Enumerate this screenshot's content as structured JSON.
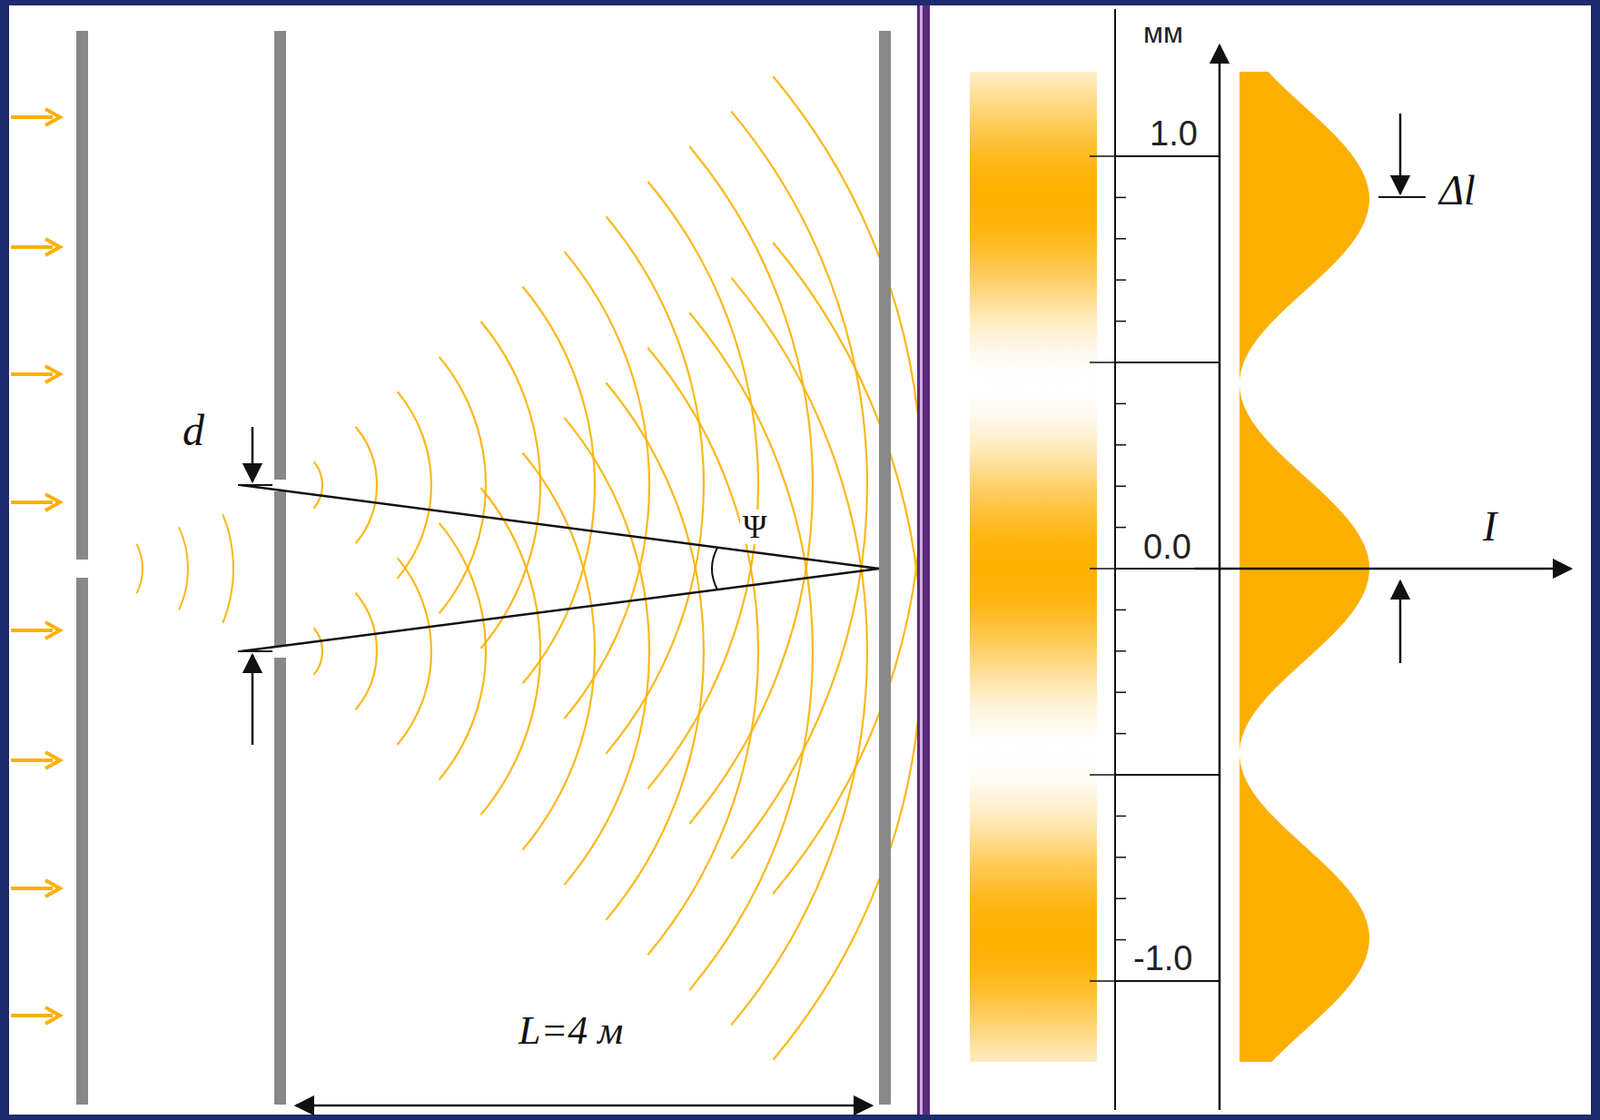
{
  "diagram": {
    "labels": [
      "d",
      "Ψ",
      "L=4 м",
      "мм",
      "1.0",
      "0.0",
      "-1.0",
      "Δl",
      "I"
    ]
  }
}
